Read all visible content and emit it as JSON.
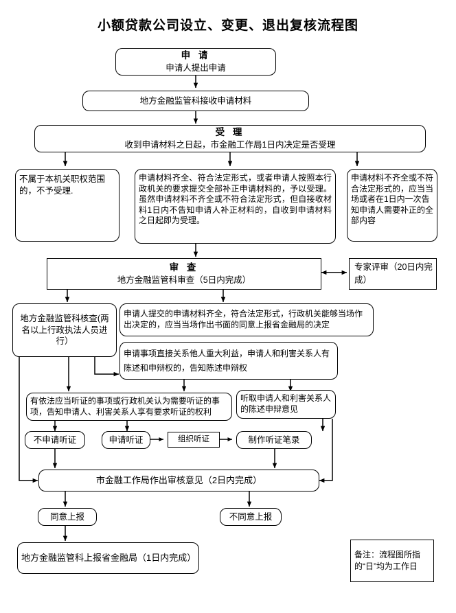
{
  "title": "小额贷款公司设立、变更、退出复核流程图",
  "nodes": {
    "apply": {
      "header": "申 请",
      "body": "申请人提出申请"
    },
    "receive": {
      "body": "地方金融监管科接收申请材料"
    },
    "accept": {
      "header": "受 理",
      "body": "收到申请材料之日起，市金融工作局1日内决定是否受理"
    },
    "out_of_scope": {
      "body": "不属于本机关职权范围的，不予受理."
    },
    "complete": {
      "body": "申请材料齐全、符合法定形式，或者申请人按照本行政机关的要求提交全部补正申请材料的，予以受理。虽然申请材料不齐全或不符合法定形式，但自接收材料1日内不告知申请人补正材料的，自收到申请材料之日起即为受理。"
    },
    "incomplete": {
      "body": "申请材料不齐全或不符合法定形式的，应当当场或者在1日内一次告知申请人需要补正的全部内容"
    },
    "review": {
      "header": "审 查",
      "body": "地方金融监管科审查（5日内完成）"
    },
    "expert": {
      "body": "专家评审（20日内完成）"
    },
    "verify": {
      "body": "地方金融监管科核查(两名以上行政执法人员进行）"
    },
    "onsite_decision": {
      "body": "申请人提交的申请材料齐全，符合法定形式，行政机关能够当场作出决定的，应当当场作出书面的同意上报省金融局的决定"
    },
    "statement_right": {
      "body": "申请事项直接关系他人重大利益，申请人和利害关系人有陈述和申辩权的，告知陈述申辩权"
    },
    "hearing_right": {
      "body": "有依法应当听证的事项或行政机关认为需要听证的事项，告知申请人、利害关系人享有要求听证的权利"
    },
    "hear_opinion": {
      "body": "听取申请人和利害关系人的陈述申辩意见"
    },
    "no_hearing": {
      "body": "不申请听证"
    },
    "request_hearing": {
      "body": "申请听证"
    },
    "organize_hearing": {
      "body": "组织听证"
    },
    "hearing_record": {
      "body": "制作听证笔录"
    },
    "bureau_opinion": {
      "body": "市金融工作局作出审核意见（2日内完成）"
    },
    "agree": {
      "body": "同意上报"
    },
    "disagree": {
      "body": "不同意上报"
    },
    "report_province": {
      "body": "地方金融监管科上报省金融局（1日内完成）"
    },
    "remark": {
      "body": "备注：流程图所指的“日”均为工作日"
    }
  },
  "colors": {
    "stroke": "#000000",
    "background": "#ffffff",
    "text": "#000000"
  }
}
